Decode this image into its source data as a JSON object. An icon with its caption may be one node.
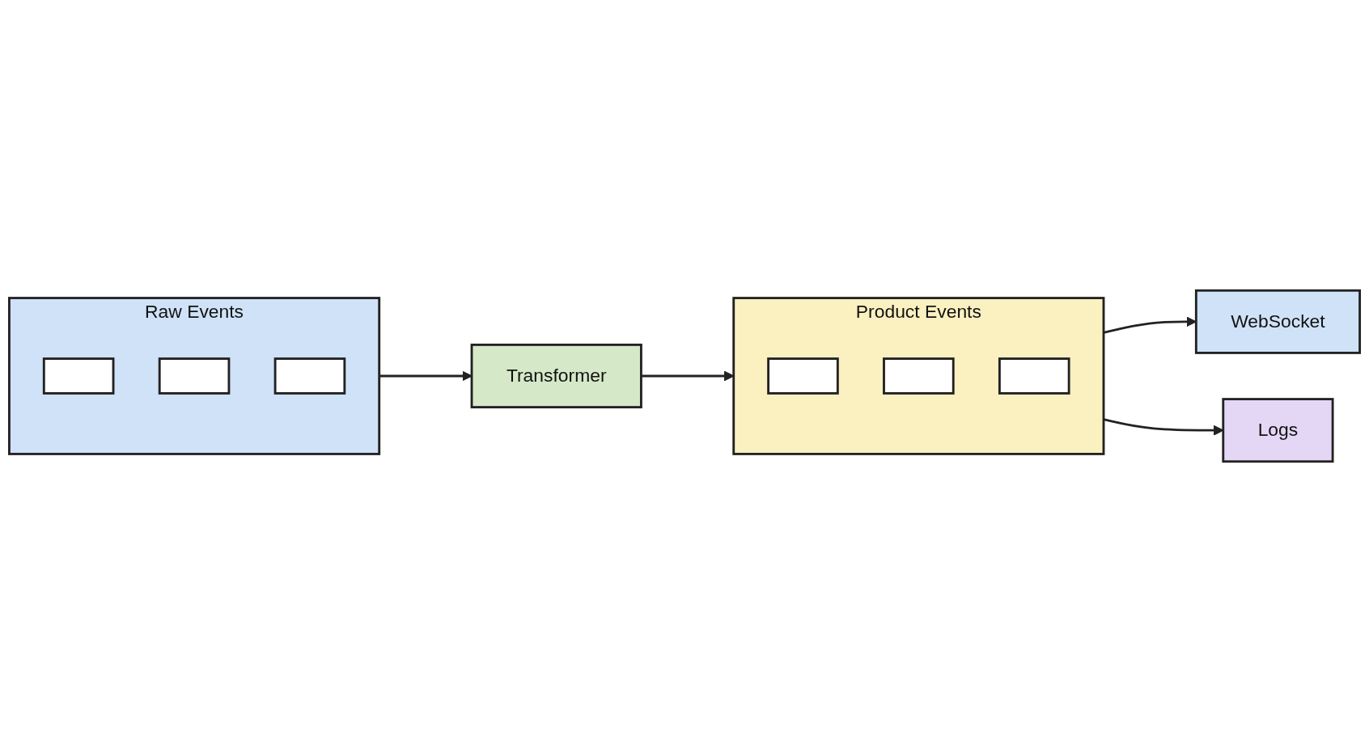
{
  "diagram": {
    "nodes": [
      {
        "text": [
          "Raw Events"
        ]
      },
      {
        "text": [],
        "shape": "box",
        "in": 0
      },
      {
        "text": [],
        "shape": "box",
        "in": 0
      },
      {
        "text": [],
        "shape": "box",
        "in": 0
      },
      {
        "text": [
          "Transformer"
        ]
      },
      {
        "text": [
          "Product Events"
        ]
      },
      {
        "text": [],
        "shape": "box",
        "in": 5
      },
      {
        "text": [],
        "shape": "box",
        "in": 5
      },
      {
        "text": [],
        "shape": "box",
        "in": 5
      },
      {
        "text": [
          "WebSocket"
        ]
      },
      {
        "text": [
          "Logs"
        ]
      }
    ],
    "edges": [
      {
        "from": 0,
        "to": 4,
        "arrow": "to"
      },
      {
        "from": 4,
        "to": 5,
        "arrow": "to"
      },
      {
        "from": 5,
        "to": 9,
        "arrow": "to"
      },
      {
        "from": 5,
        "to": 10,
        "arrow": "to"
      }
    ]
  }
}
